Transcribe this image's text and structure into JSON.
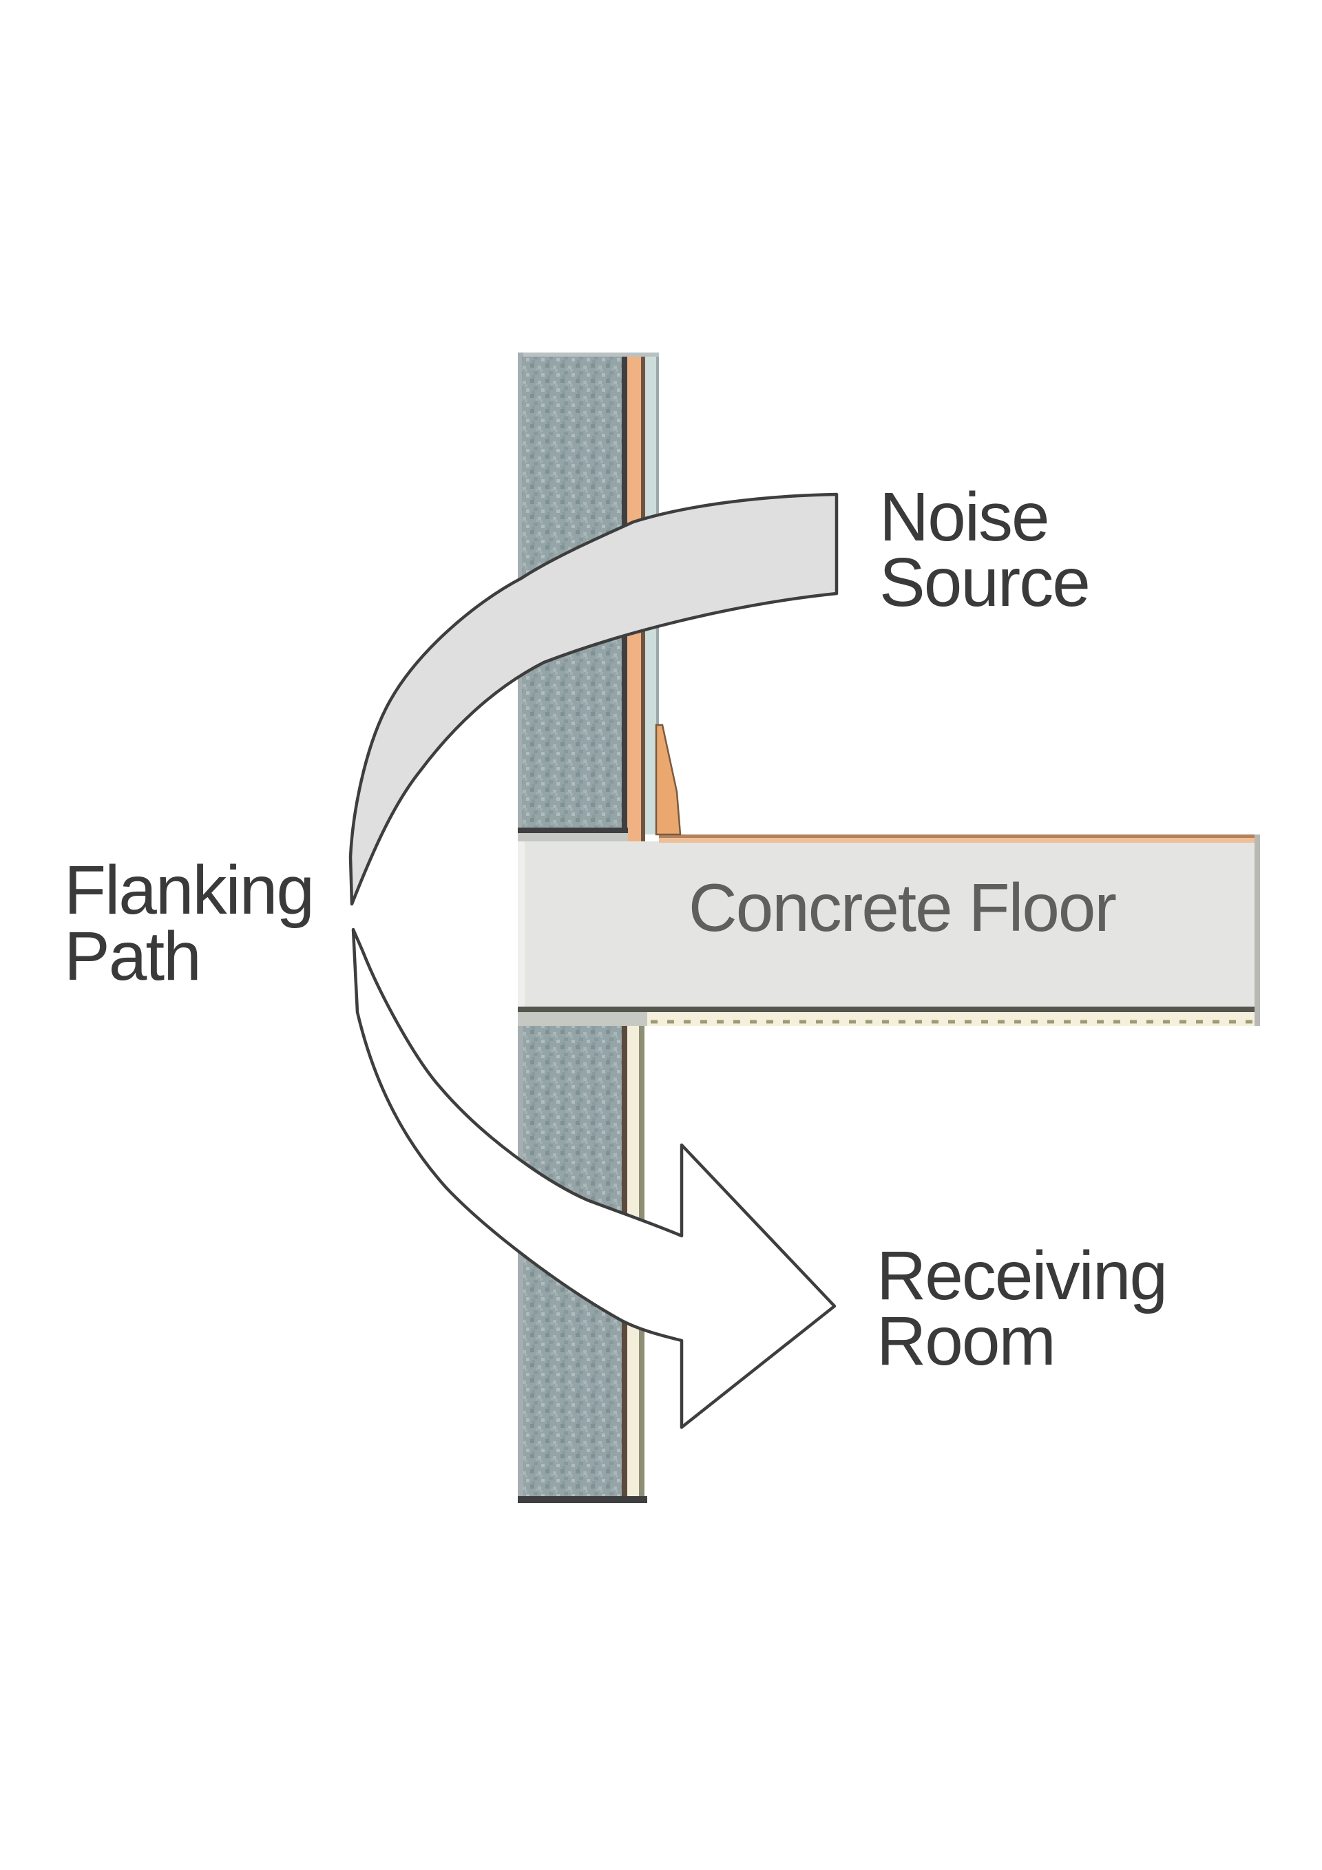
{
  "diagram": {
    "labels": {
      "noise_source": {
        "line1": "Noise",
        "line2": "Source"
      },
      "flanking_path": {
        "line1": "Flanking",
        "line2": "Path"
      },
      "concrete_floor": {
        "text": "Concrete Floor"
      },
      "receiving_room": {
        "line1": "Receiving",
        "line2": "Room"
      }
    },
    "colors": {
      "background": "#ffffff",
      "wall_speckle_base": "#95a4a7",
      "wall_speckle_dark": "#7e9195",
      "wall_speckle_light": "#b0bcbe",
      "wall_cap_gray": "#b9c1c3",
      "wall_edge_gray": "#a5aeb1",
      "wall_dark_line": "#3f3f41",
      "wall_plaster_orange": "#f0b183",
      "wall_batten_orange": "#eba86e",
      "wall_lining_blue": "#cddddb",
      "wall_lining_cream": "#f2eeda",
      "wall_line_brown": "#6f5440",
      "wall_line_olive": "#8e8e74",
      "junction_gray": "#c6c8c4",
      "floor_slab_gray": "#e4e4e3",
      "floor_slab_edge_light": "#efefee",
      "floor_top_tan": "#b3815c",
      "floor_top_peach": "#eec09a",
      "floor_bottom_line": "#55564c",
      "floor_right_edge": "#b8b9b4",
      "ceiling_cream": "#f4f0dc",
      "ceiling_dash_olive": "#9b9b79",
      "arrow_band_gray": "#dfdfdf",
      "arrow_white": "#ffffff",
      "outline_dark": "#3e3e3e",
      "label_text": "#3a3a3a",
      "floor_label_text": "#5f5f5f"
    }
  }
}
